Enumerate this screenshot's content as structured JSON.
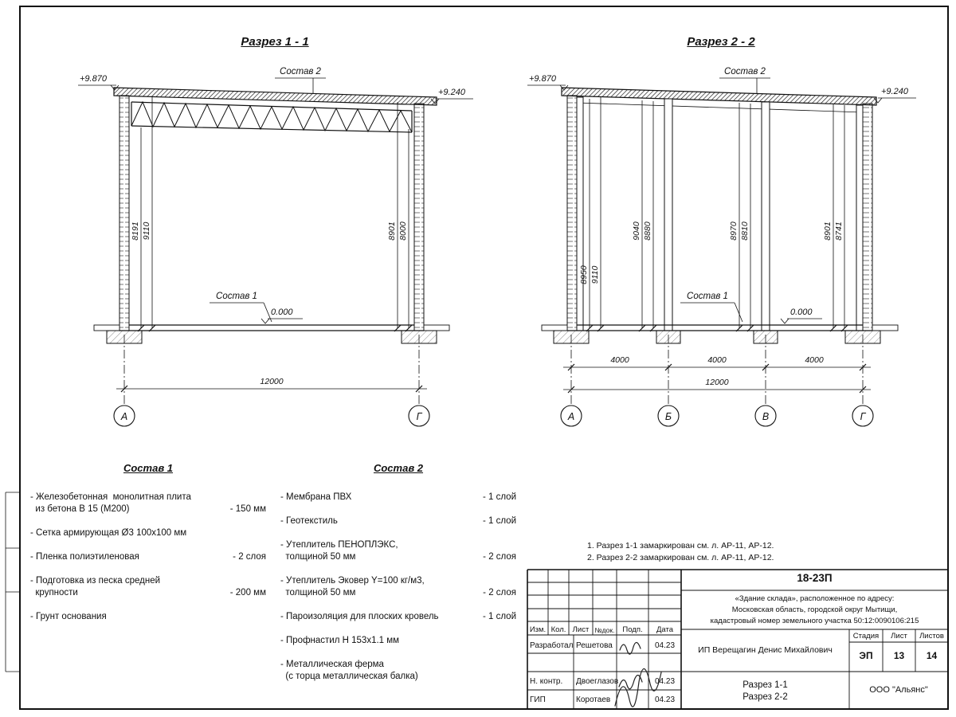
{
  "colors": {
    "line": "#111111",
    "paper": "#ffffff"
  },
  "section1": {
    "title": "Разрез 1 - 1",
    "elev_left": "+9.870",
    "elev_right": "+9.240",
    "sostav2": "Состав 2",
    "sostav1": "Состав 1",
    "zero": "0.000",
    "dim_la": "8191",
    "dim_lb": "9110",
    "dim_ra": "8901",
    "dim_rb": "8000",
    "dim_total": "12000",
    "axis_a": "А",
    "axis_g": "Г"
  },
  "section2": {
    "title": "Разрез 2 - 2",
    "elev_left": "+9.870",
    "elev_right": "+9.240",
    "sostav2": "Состав 2",
    "sostav1": "Состав 1",
    "zero": "0.000",
    "dims": [
      "8950",
      "9110",
      "9040",
      "8880",
      "8970",
      "8810",
      "8901",
      "8741"
    ],
    "span1": "4000",
    "span2": "4000",
    "span3": "4000",
    "dim_total": "12000",
    "axis_a": "А",
    "axis_b": "Б",
    "axis_v": "В",
    "axis_g": "Г"
  },
  "sostav1": {
    "title": "Состав 1",
    "items": [
      {
        "text": "- Железобетонная  монолитная плита\n  из бетона В 15 (М200)",
        "value": "- 150 мм"
      },
      {
        "text": "- Сетка армирующая Ø3 100х100 мм",
        "value": ""
      },
      {
        "text": "- Пленка полиэтиленовая",
        "value": "- 2 слоя"
      },
      {
        "text": "- Подготовка из песка средней\n  крупности",
        "value": "- 200 мм"
      },
      {
        "text": "- Грунт основания",
        "value": ""
      }
    ]
  },
  "sostav2": {
    "title": "Состав 2",
    "items": [
      {
        "text": "- Мембрана ПВХ",
        "value": "- 1 слой"
      },
      {
        "text": "- Геотекстиль",
        "value": "- 1 слой"
      },
      {
        "text": "- Утеплитель ПЕНОПЛЭКС,\n  толщиной 50 мм",
        "value": "- 2 слоя"
      },
      {
        "text": "- Утеплитель Эковер Y=100 кг/м3,\n  толщиной 50 мм",
        "value": "- 2 слоя"
      },
      {
        "text": "- Пароизоляция для плоских кровель",
        "value": "- 1 слой"
      },
      {
        "text": "- Профнастил Н 153х1.1 мм",
        "value": ""
      },
      {
        "text": "- Металлическая ферма\n  (с торца металлическая балка)",
        "value": ""
      }
    ]
  },
  "notes": [
    "1. Разрез 1-1 замаркирован см. л. АР-11, АР-12.",
    "2. Разрез 2-2 замаркирован см. л. АР-11, АР-12."
  ],
  "titleblock": {
    "code": "18-23П",
    "object": "«Здание склада», расположенное по адресу:\nМосковская область, городской округ Мытищи,\nкадастровый номер земельного участка 50:12:0090106:215",
    "col_izm": "Изм.",
    "col_kol": "Кол.",
    "col_list": "Лист",
    "col_ndok": "№док.",
    "col_podp": "Подп.",
    "col_data": "Дата",
    "row1_role": "Разработал",
    "row1_name": "Решетова",
    "row1_date": "04.23",
    "row2_role": "Н. контр.",
    "row2_name": "Двоеглазов",
    "row2_date": "04.23",
    "row3_role": "ГИП",
    "row3_name": "Коротаев",
    "row3_date": "04.23",
    "company": "ИП Верещагин Денис Михайлович",
    "stage_label": "Стадия",
    "list_label": "Лист",
    "listov_label": "Листов",
    "stage": "ЭП",
    "list": "13",
    "listov": "14",
    "drawing_title": "Разрез 1-1\nРазрез 2-2",
    "org": "ООО \"Альянс\""
  }
}
